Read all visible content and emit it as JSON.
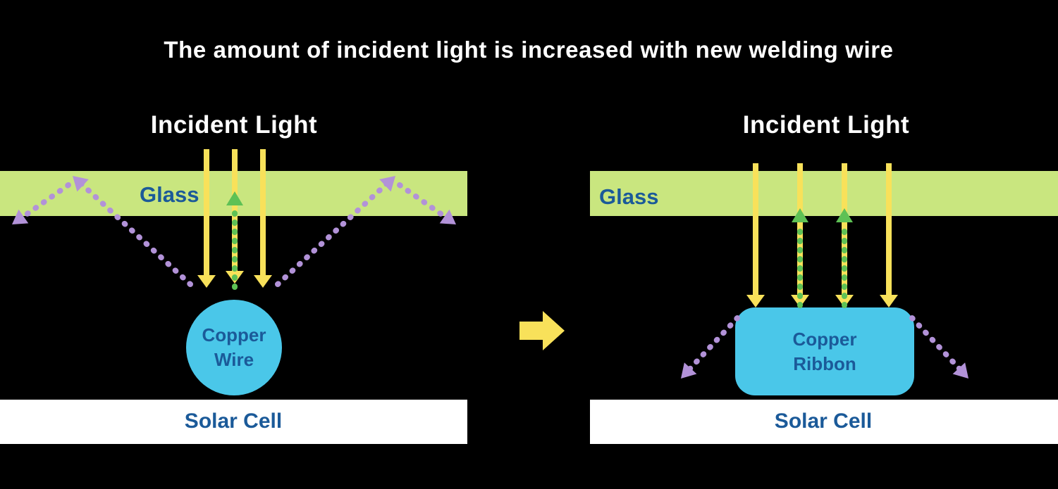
{
  "title": "The amount of incident light is increased with new welding wire",
  "colors": {
    "background": "#000000",
    "title_text": "#ffffff",
    "label_blue": "#1b5a99",
    "glass_green": "#c9e67f",
    "arrow_yellow": "#f8e15a",
    "arrow_green": "#5ec155",
    "arrow_purple": "#b292d8",
    "copper_cyan": "#4ac7e9",
    "solar_cell_white": "#ffffff"
  },
  "left_panel": {
    "incident_light_label": "Incident Light",
    "glass_label": "Glass",
    "copper_line1": "Copper",
    "copper_line2": "Wire",
    "solar_cell_label": "Solar Cell"
  },
  "right_panel": {
    "incident_light_label": "Incident Light",
    "glass_label": "Glass",
    "copper_line1": "Copper",
    "copper_line2": "Ribbon",
    "solar_cell_label": "Solar Cell"
  }
}
